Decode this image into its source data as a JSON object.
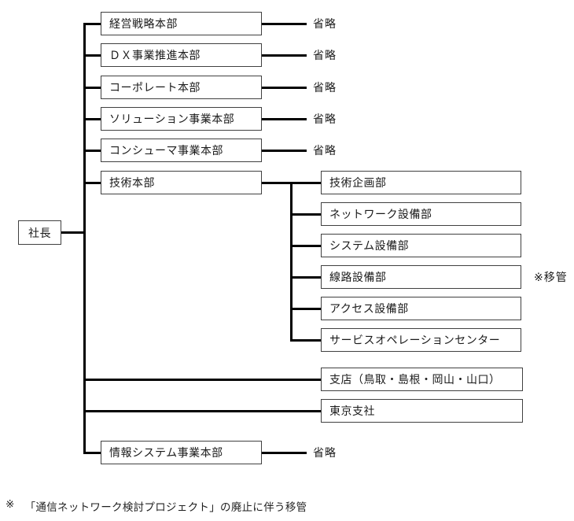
{
  "org": {
    "root_label": "社長",
    "headquarters": [
      {
        "label": "経営戦略本部",
        "note": "省略"
      },
      {
        "label": "ＤＸ事業推進本部",
        "note": "省略"
      },
      {
        "label": "コーポレート本部",
        "note": "省略"
      },
      {
        "label": "ソリューション事業本部",
        "note": "省略"
      },
      {
        "label": "コンシューマ事業本部",
        "note": "省略"
      },
      {
        "label": "技術本部"
      },
      {
        "label": "情報システム事業本部",
        "note": "省略"
      }
    ],
    "tech_departments": [
      {
        "label": "技術企画部"
      },
      {
        "label": "ネットワーク設備部"
      },
      {
        "label": "システム設備部"
      },
      {
        "label": "線路設備部",
        "annotation": "※移管"
      },
      {
        "label": "アクセス設備部"
      },
      {
        "label": "サービスオペレーションセンター"
      }
    ],
    "branches": [
      {
        "label": "支店（鳥取・島根・岡山・山口）"
      },
      {
        "label": "東京支社"
      }
    ],
    "transfer_note": "※移管",
    "footnote": {
      "marker": "※",
      "text": "「通信ネットワーク検討プロジェクト」の廃止に伴う移管"
    }
  },
  "colors": {
    "connector_line": "#000000",
    "box_border": "#404040",
    "text": "#1a1a1a",
    "background": "#ffffff"
  }
}
